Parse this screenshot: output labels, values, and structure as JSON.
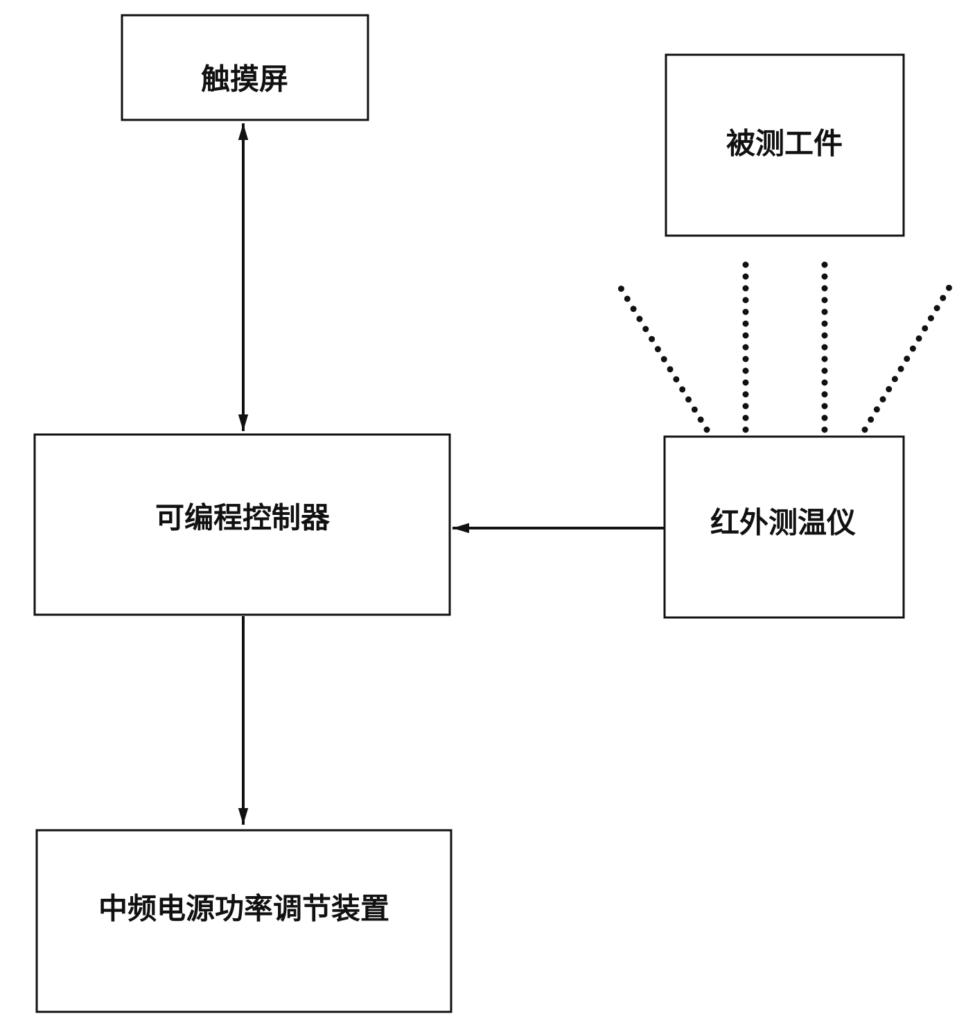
{
  "diagram": {
    "nodes": {
      "touch_screen": "触摸屏",
      "workpiece": "被测工件",
      "plc": "可编程控制器",
      "ir_thermometer": "红外测温仪",
      "power_regulator": "中频电源功率调节装置"
    },
    "edges": [
      {
        "from": "touch_screen",
        "to": "plc",
        "type": "bidirectional"
      },
      {
        "from": "ir_thermometer",
        "to": "plc",
        "type": "directed"
      },
      {
        "from": "plc",
        "to": "power_regulator",
        "type": "directed"
      },
      {
        "from": "ir_thermometer",
        "to": "workpiece",
        "type": "infrared-beam-dotted"
      }
    ],
    "colors": {
      "stroke": "#111111",
      "background": "#ffffff"
    }
  }
}
